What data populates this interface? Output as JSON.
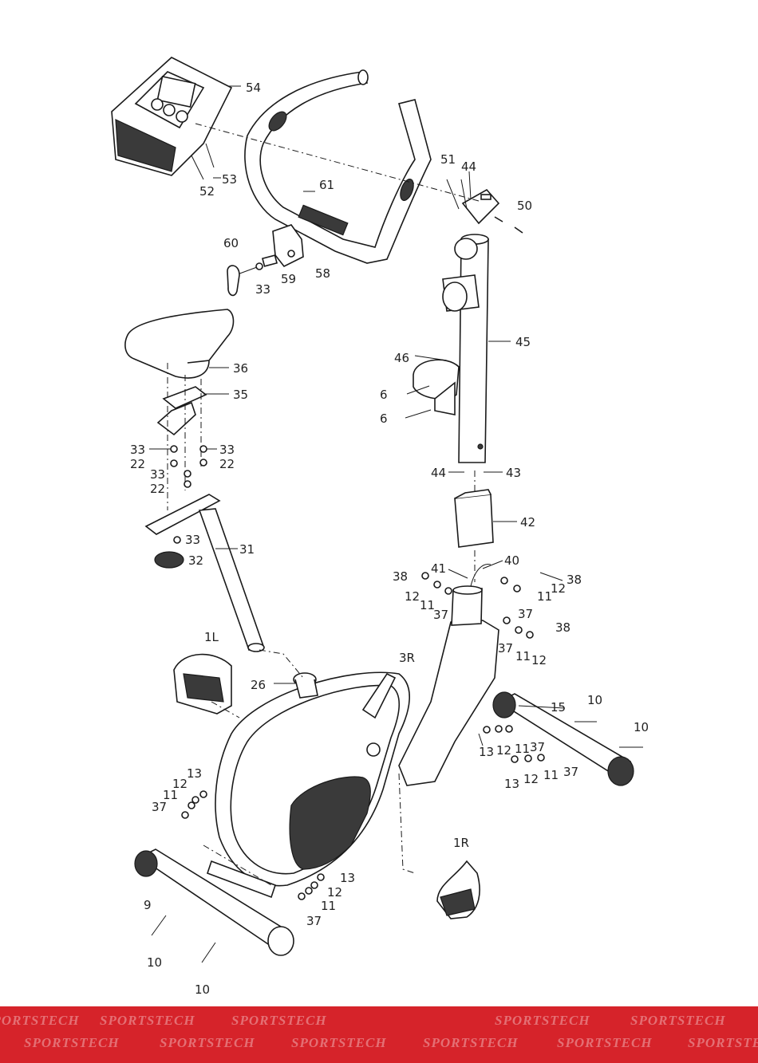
{
  "callouts": [
    {
      "id": "c54",
      "text": "54"
    },
    {
      "id": "c53",
      "text": "53"
    },
    {
      "id": "c52",
      "text": "52"
    },
    {
      "id": "c61",
      "text": "61"
    },
    {
      "id": "c51",
      "text": "51"
    },
    {
      "id": "c44a",
      "text": "44"
    },
    {
      "id": "c50",
      "text": "50"
    },
    {
      "id": "c60",
      "text": "60"
    },
    {
      "id": "c33a",
      "text": "33"
    },
    {
      "id": "c59",
      "text": "59"
    },
    {
      "id": "c58",
      "text": "58"
    },
    {
      "id": "c45",
      "text": "45"
    },
    {
      "id": "c36",
      "text": "36"
    },
    {
      "id": "c46",
      "text": "46"
    },
    {
      "id": "c35",
      "text": "35"
    },
    {
      "id": "c6a",
      "text": "6"
    },
    {
      "id": "c6b",
      "text": "6"
    },
    {
      "id": "c33b",
      "text": "33"
    },
    {
      "id": "c33c",
      "text": "33"
    },
    {
      "id": "c22a",
      "text": "22"
    },
    {
      "id": "c22b",
      "text": "22"
    },
    {
      "id": "c33d",
      "text": "33"
    },
    {
      "id": "c22c",
      "text": "22"
    },
    {
      "id": "c44b",
      "text": "44"
    },
    {
      "id": "c43",
      "text": "43"
    },
    {
      "id": "c42",
      "text": "42"
    },
    {
      "id": "c33e",
      "text": "33"
    },
    {
      "id": "c31",
      "text": "31"
    },
    {
      "id": "c32",
      "text": "32"
    },
    {
      "id": "c40",
      "text": "40"
    },
    {
      "id": "c41",
      "text": "41"
    },
    {
      "id": "c38a",
      "text": "38"
    },
    {
      "id": "c38b",
      "text": "38"
    },
    {
      "id": "c12a",
      "text": "12"
    },
    {
      "id": "c12b",
      "text": "12"
    },
    {
      "id": "c11a",
      "text": "11"
    },
    {
      "id": "c11b",
      "text": "11"
    },
    {
      "id": "c37a",
      "text": "37"
    },
    {
      "id": "c37b",
      "text": "37"
    },
    {
      "id": "c38c",
      "text": "38"
    },
    {
      "id": "c37c",
      "text": "37"
    },
    {
      "id": "c11c",
      "text": "11"
    },
    {
      "id": "c12c",
      "text": "12"
    },
    {
      "id": "c1L",
      "text": "1L"
    },
    {
      "id": "c3R",
      "text": "3R"
    },
    {
      "id": "c26",
      "text": "26"
    },
    {
      "id": "c15",
      "text": "15"
    },
    {
      "id": "c10a",
      "text": "10"
    },
    {
      "id": "c10b",
      "text": "10"
    },
    {
      "id": "c13a",
      "text": "13"
    },
    {
      "id": "c12d",
      "text": "12"
    },
    {
      "id": "c11d",
      "text": "11"
    },
    {
      "id": "c37d",
      "text": "37"
    },
    {
      "id": "c13b",
      "text": "13"
    },
    {
      "id": "c12e",
      "text": "12"
    },
    {
      "id": "c11e",
      "text": "11"
    },
    {
      "id": "c37e",
      "text": "37"
    },
    {
      "id": "c13c",
      "text": "13"
    },
    {
      "id": "c12f",
      "text": "12"
    },
    {
      "id": "c11f",
      "text": "11"
    },
    {
      "id": "c37f",
      "text": "37"
    },
    {
      "id": "c1R",
      "text": "1R"
    },
    {
      "id": "c13d",
      "text": "13"
    },
    {
      "id": "c12g",
      "text": "12"
    },
    {
      "id": "c11g",
      "text": "11"
    },
    {
      "id": "c37g",
      "text": "37"
    },
    {
      "id": "c9",
      "text": "9"
    },
    {
      "id": "c10c",
      "text": "10"
    },
    {
      "id": "c10d",
      "text": "10"
    }
  ],
  "footer": {
    "brand": "SPORTSTECH",
    "color": "#d6232a"
  }
}
